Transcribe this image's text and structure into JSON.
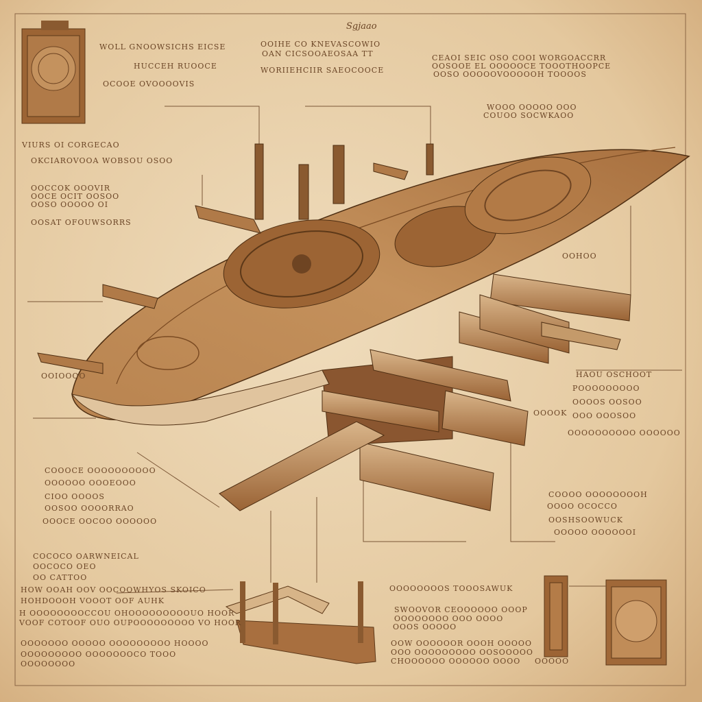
{
  "title": "Sgjaao",
  "colors": {
    "parchment": "#e8d3b0",
    "parchment_edge": "#d4b184",
    "wood_light": "#c89a66",
    "wood": "#a86f3f",
    "wood_dark": "#6e4422",
    "ink": "#6b4526"
  },
  "notes": [
    "WOLL GNOOWSICHS EICSE",
    "HUCCEH  RUOOCE",
    "OCOOE  OVOOOOVIS",
    "OOIHE  CO KNEVASCOWIO",
    "OAN CICSOOAEOSAA TT",
    "WORIIEHCIIR  SAEOCOOCE",
    "CEAOI  SEIC  OSO   COOI WORGOACCRR",
    "OOSOOE EL OOOOOCE TOOOTHOOPCE",
    "OOSO OOOOOVOOOOOH TOOOOS",
    "WOOO OOOOO  OOO",
    "COUOO SOCWKAOO",
    "VIURS OI CORGECAO",
    "OKCIAROVOOA  WOBSOU OSOO",
    "OOCCOK OOOVIR",
    "OOCE  OCIT OOSOO",
    "OOSO OOOOO OI",
    "OOSAT OFOUWSORRS",
    "HAOU  OSCHOOT",
    "POOOOOOOOO",
    "OOOOS  OOSOO",
    "OOO  OOOSOO",
    "OOOOOOOOOO OOOOOO",
    "OOOOK",
    "OOHOO",
    "OOIOOOO",
    "COOOCE  OOOOOOOOOO",
    "OOOOOO OOOEOOO",
    "CIOO OOOOS",
    "OOSOO OOOORRAO",
    "OOOCE  OOCOO OOOOOO",
    "COOOO OOOOOOOOH",
    "OOOO  OCOCCO",
    "OOSHSOOWUCK",
    "OOOOO OOOOOOI",
    "COCOCO OARWNEICAL",
    "OOCOCO OEO",
    "OO CATTOO",
    "HOW OOAH OOV OOCOOWHYOS SKOICO",
    "HOHDOOOH  VOOOT  OOF AUHK",
    "H OOOOOOOOCCOU OHOOOOOOOOOUO HOOR",
    "VOOF COTOOF OUO OUPOOOOOOOOO VO HOOR",
    "OOOOOOO  OOOOO OOOOOOOOO  HOOOO",
    "OOOOOOOOO  OOOOOOOCO  TOOO",
    "OOOOOOOO",
    "OOOOOOOOS TOOOSAWUK",
    "SWOOVOR  CEOOOOOO OOOP",
    "OOOOOOOO OOO  OOOO",
    "OOOS OOOOO",
    "OOW OOOOOOR OOOH  OOOOO",
    "OOO OOOOOOOOO OOSOOOOO",
    "CHOOOOOO OOOOOO  OOOO",
    "OOOOO"
  ]
}
